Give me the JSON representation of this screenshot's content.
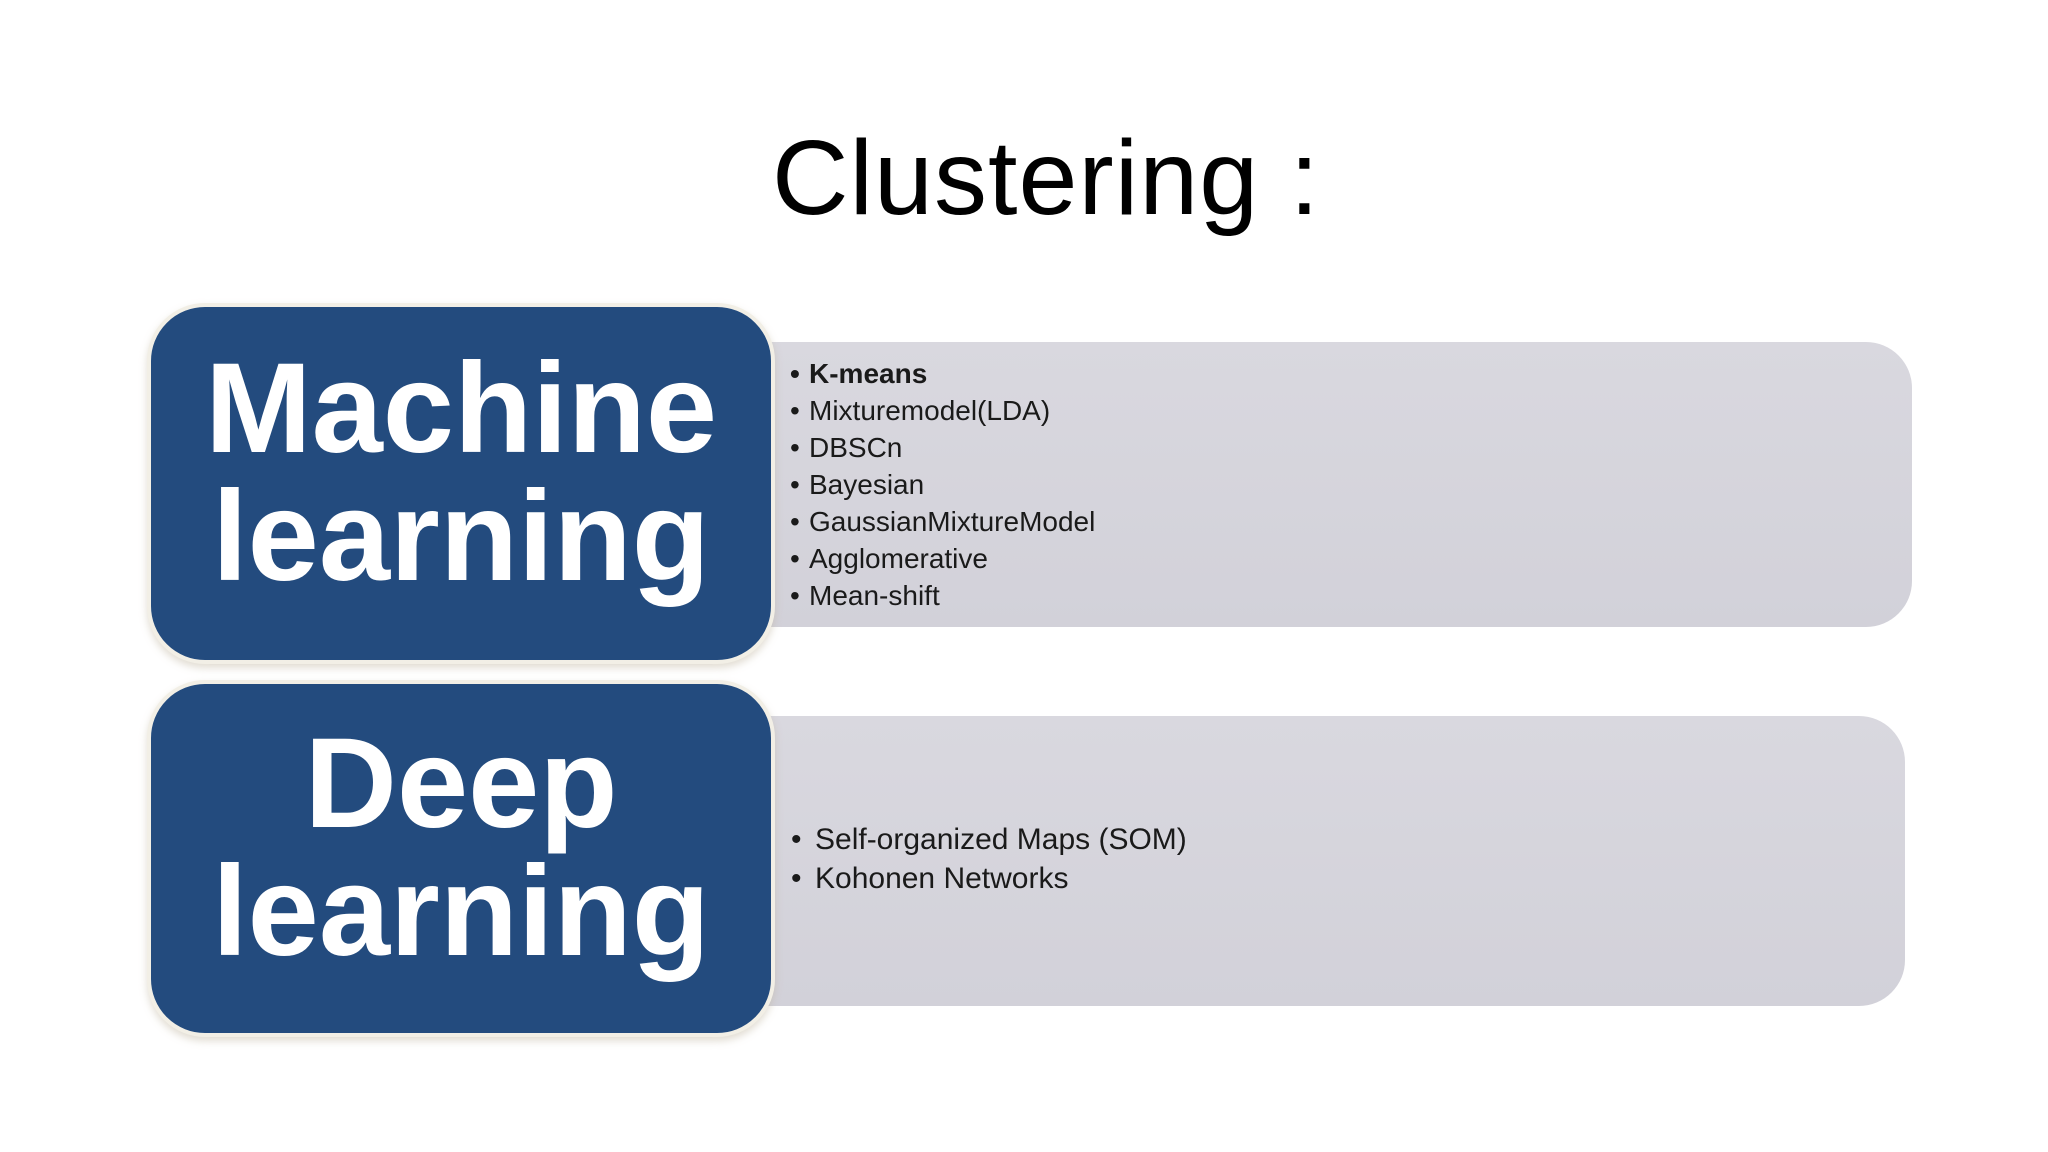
{
  "slide": {
    "title": "Clustering :"
  },
  "colors": {
    "box_blue": "#234B7E",
    "box_gray": "#D2D1D9",
    "box_gray_top": "#D9D8DF",
    "box_border": "#F2EFE6",
    "title_text": "#000000",
    "list_text": "#1A1A1A",
    "label_text": "#FFFFFF"
  },
  "rows": [
    {
      "label": "Machine learning",
      "label_line1": "Machine",
      "label_line2": "learning",
      "bullet": "•",
      "items": [
        {
          "text": "K-means",
          "bold": true
        },
        {
          "text": "Mixturemodel(LDA)",
          "bold": false
        },
        {
          "text": "DBSCn",
          "bold": false
        },
        {
          "text": "Bayesian",
          "bold": false
        },
        {
          "text": "GaussianMixtureModel",
          "bold": false
        },
        {
          "text": "Agglomerative",
          "bold": false
        },
        {
          "text": "Mean-shift",
          "bold": false
        }
      ]
    },
    {
      "label": "Deep learning",
      "label_line1": "Deep",
      "label_line2": "learning",
      "bullet": "•",
      "items": [
        {
          "text": "Self-organized Maps (SOM)",
          "bold": false
        },
        {
          "text": "Kohonen Networks",
          "bold": false
        }
      ]
    }
  ]
}
